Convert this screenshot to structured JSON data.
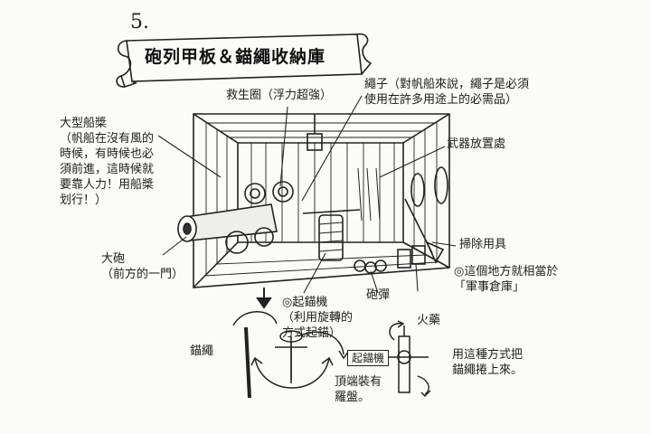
{
  "page_number": "5.",
  "title": "砲列甲板＆錨繩收納庫",
  "labels": {
    "lifebuoy": "救生圈（浮力超強）",
    "rope": "繩子（對帆船來說，繩子是必須\n使用在許多用途上的必需品）",
    "oars": "大型船槳\n（帆船在沒有風的\n時候，有時候也必\n須前進，這時候就\n要靠人力！用船槳\n划行！）",
    "weapons": "武器放置處",
    "cleaning": "掃除用具",
    "cannon": "大砲\n（前方的一門）",
    "storage_note": "◎這個地方就相當於\n「軍事倉庫」",
    "winch": "◎起錨機\n（利用旋轉的\n方式起錨）",
    "cannonballs": "砲彈",
    "gunpowder": "火藥",
    "anchor_rope": "錨繩",
    "winch_box": "起錨機",
    "compass_note": "頂端裝有\n羅盤。",
    "method_note": "用這種方式把\n錨繩捲上來。"
  }
}
